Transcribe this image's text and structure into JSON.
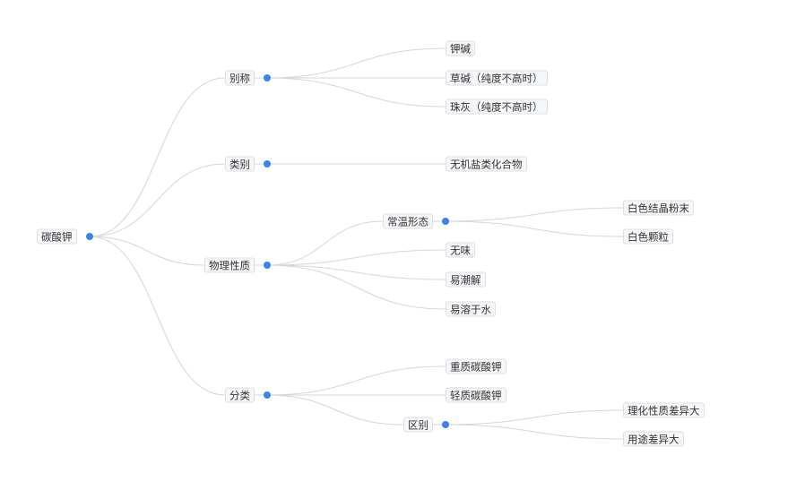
{
  "mindmap": {
    "root": "碳酸钾",
    "branches": [
      {
        "label": "别称",
        "children": [
          {
            "label": "钾碱"
          },
          {
            "label": "草碱（纯度不高时）"
          },
          {
            "label": "珠灰（纯度不高时）"
          }
        ]
      },
      {
        "label": "类别",
        "children": [
          {
            "label": "无机盐类化合物"
          }
        ]
      },
      {
        "label": "物理性质",
        "children": [
          {
            "label": "常温形态",
            "children": [
              {
                "label": "白色结晶粉末"
              },
              {
                "label": "白色颗粒"
              }
            ]
          },
          {
            "label": "无味"
          },
          {
            "label": "易潮解"
          },
          {
            "label": "易溶于水"
          }
        ]
      },
      {
        "label": "分类",
        "children": [
          {
            "label": "重质碳酸钾"
          },
          {
            "label": "轻质碳酸钾"
          },
          {
            "label": "区别",
            "children": [
              {
                "label": "理化性质差异大"
              },
              {
                "label": "用途差异大"
              }
            ]
          }
        ]
      }
    ]
  },
  "colors": {
    "dot": "#3b82f0",
    "edge": "#d4d6da"
  }
}
